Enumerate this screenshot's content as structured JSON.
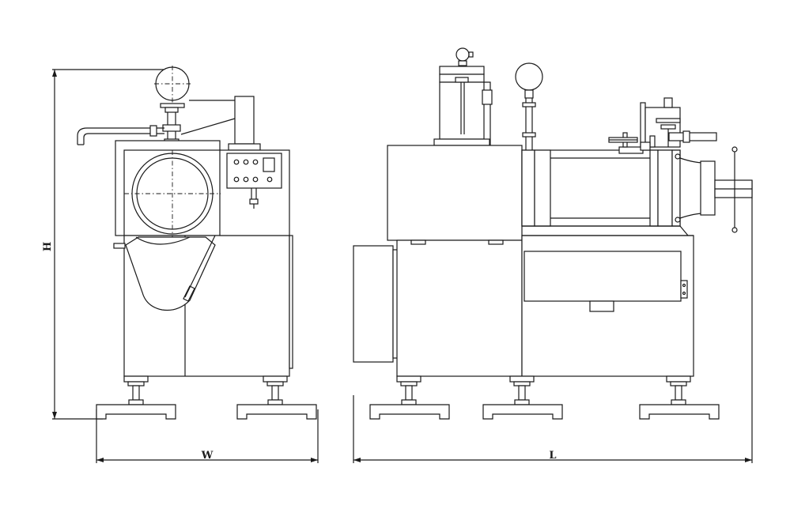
{
  "dimensions": {
    "height_label": "H",
    "width_label": "W",
    "length_label": "L"
  },
  "colors": {
    "line": "#1a1a1a",
    "background": "#ffffff"
  }
}
